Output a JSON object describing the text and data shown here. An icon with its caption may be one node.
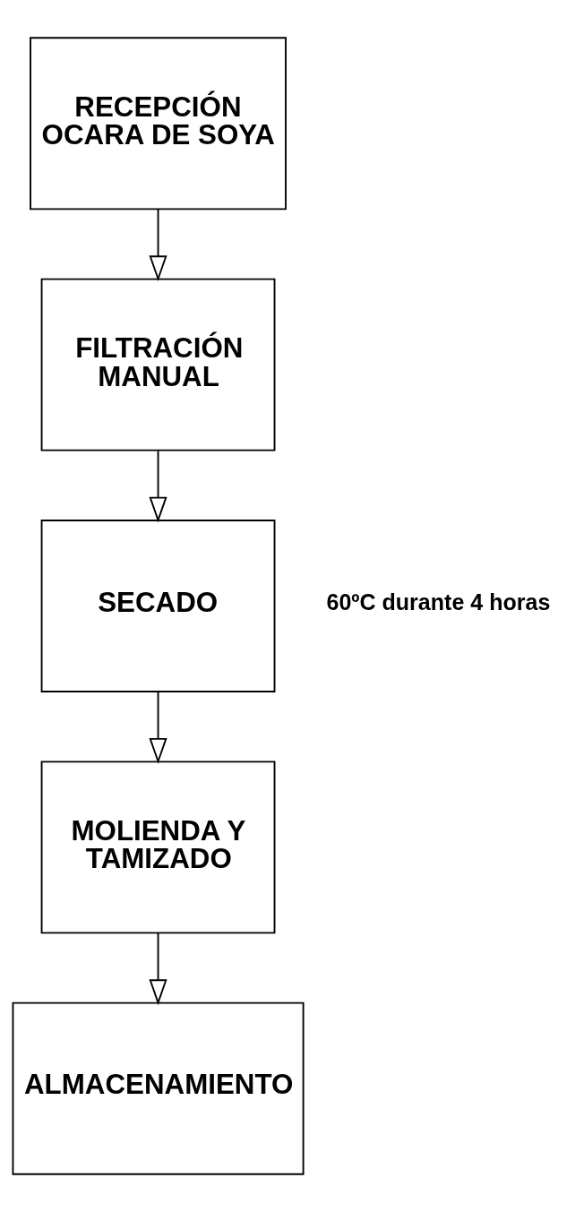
{
  "diagram": {
    "nodes": [
      {
        "text": [
          "RECEPCIÓN OCARA DE SOYA"
        ]
      },
      {
        "text": [
          "FILTRACIÓN MANUAL"
        ]
      },
      {
        "text": [
          "SECADO"
        ],
        "beside": [
          "60ºC durante 4 horas"
        ]
      },
      {
        "text": [
          "MOLIENDA Y TAMIZADO"
        ]
      },
      {
        "text": [
          "ALMACENAMIENTO"
        ]
      }
    ],
    "edges": [
      {
        "from": 0,
        "to": 1,
        "arrow": "to"
      },
      {
        "from": 1,
        "to": 2,
        "arrow": "to"
      },
      {
        "from": 2,
        "to": 3,
        "arrow": "to"
      },
      {
        "from": 3,
        "to": 4,
        "arrow": "to"
      }
    ]
  }
}
